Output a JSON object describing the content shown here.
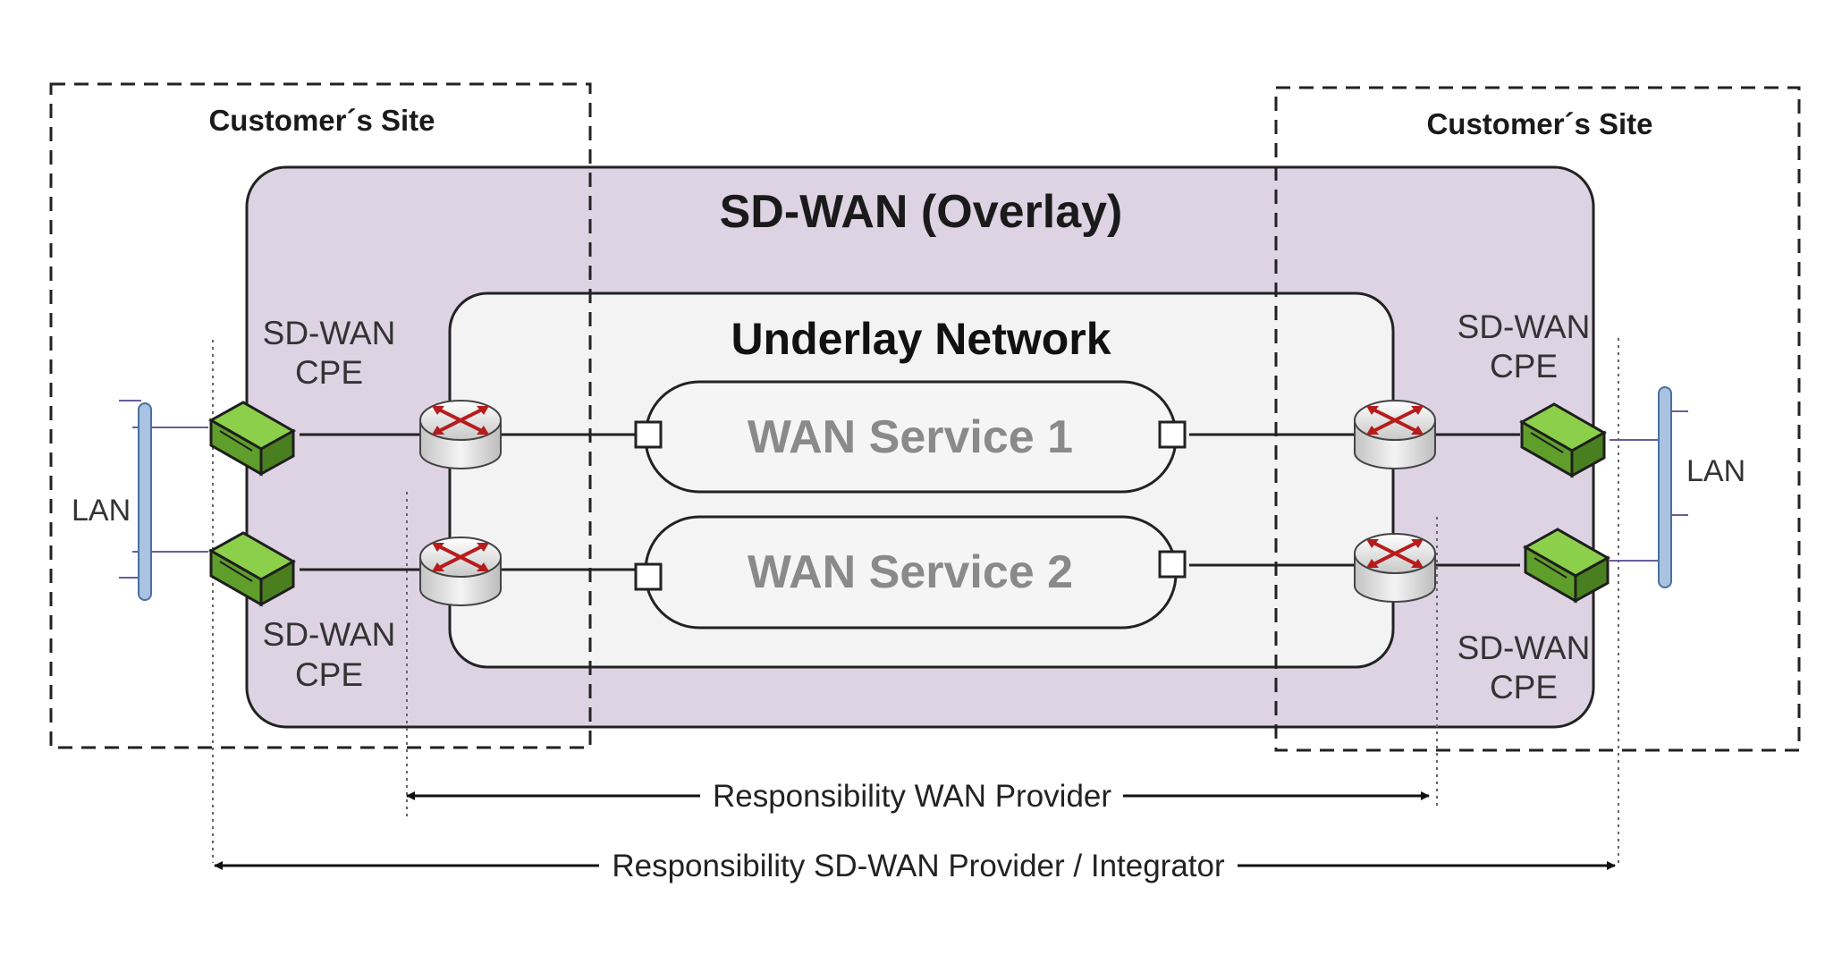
{
  "customer_site_left": {
    "title": "Customer´s Site"
  },
  "customer_site_right": {
    "title": "Customer´s Site"
  },
  "overlay": {
    "title": "SD-WAN (Overlay)",
    "fill": "#ddd3e3"
  },
  "underlay": {
    "title": "Underlay Network",
    "fill": "#f3f3f3"
  },
  "services": [
    {
      "title": "WAN Service 1"
    },
    {
      "title": "WAN Service 2"
    }
  ],
  "cpe": {
    "left_top": {
      "line1": "SD-WAN",
      "line2": "CPE"
    },
    "left_bottom": {
      "line1": "SD-WAN",
      "line2": "CPE"
    },
    "right_top": {
      "line1": "SD-WAN",
      "line2": "CPE"
    },
    "right_bottom": {
      "line1": "SD-WAN",
      "line2": "CPE"
    },
    "color": "#7fc241"
  },
  "lan": {
    "left": "LAN",
    "right": "LAN",
    "bar_color": "#a9c3e0"
  },
  "router": {
    "arrow_color": "#b71c1c"
  },
  "responsibility": {
    "wan_provider": "Responsibility WAN Provider",
    "sdwan_provider": "Responsibility SD-WAN Provider / Integrator"
  }
}
